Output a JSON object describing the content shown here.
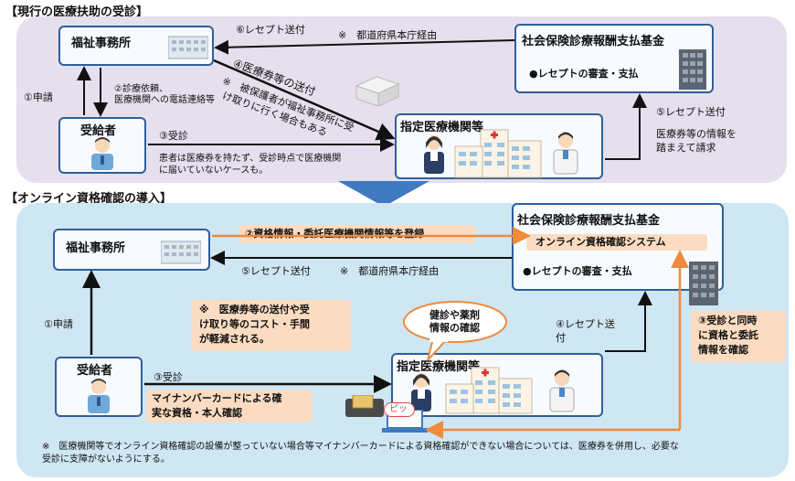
{
  "sections": {
    "current_title": "【現行の医療扶助の受診】",
    "online_title": "【オンライン資格確認の導入】"
  },
  "current": {
    "welfare_office": "福祉事務所",
    "fund": "社会保険診療報酬支払基金",
    "fund_bullet": "●レセプトの審査・支払",
    "recipient": "受給者",
    "medical_institution": "指定医療機関等",
    "edge6_label": "⑥レセプト送付",
    "edge6_note": "※　都道府県本庁経由",
    "edge1_label": "①申請",
    "edge2_label_1": "②診療依頼、",
    "edge2_label_2": "医療機関への電話連絡等",
    "edge4_label": "④医療券等の送付",
    "edge4_note_1": "※　被保護者が福祉事務所に受",
    "edge4_note_2": "け取りに行く場合もある",
    "edge3_label": "③受診",
    "edge3_note_1": "患者は医療券を持たず、受診時点で医療機関",
    "edge3_note_2": "に届いていないケースも。",
    "edge5_label": "⑤レセプト送付",
    "edge5_note_1": "医療券等の情報を",
    "edge5_note_2": "踏まえて請求"
  },
  "online": {
    "welfare_office": "福祉事務所",
    "fund": "社会保険診療報酬支払基金",
    "system": "オンライン資格確認システム",
    "fund_bullet": "●レセプトの審査・支払",
    "recipient": "受給者",
    "medical_institution": "指定医療機関等",
    "edge2_label": "②資格情報・委託医療機関情報等を登録",
    "edge5_label": "⑤レセプト送付",
    "edge5_note": "※　都道府県本庁経由",
    "edge1_label": "①申請",
    "cost_note_1": "※　医療券等の送付や受",
    "cost_note_2": "け取り等のコスト・手間",
    "cost_note_3": "が軽減される。",
    "bubble_1": "健診や薬剤",
    "bubble_2": "情報の確認",
    "edge4_label_1": "④レセプト送",
    "edge4_label_2": "付",
    "edge3b_label_1": "③受診と同時",
    "edge3b_label_2": "に資格と委託",
    "edge3b_label_3": "情報を確認",
    "edge3_label": "③受診",
    "mynumber_1": "マイナンバーカードによる確",
    "mynumber_2": "実な資格・本人確認",
    "beep": "ピッ"
  },
  "footnote_1": "※　医療機関等でオンライン資格確認の設備が整っていない場合等マイナンバーカードによる資格確認ができない場合については、医療券を併用し、必要な",
  "footnote_2": "受診に支障がないようにする。",
  "colors": {
    "box_border": "#2f5f98",
    "arrow_black": "#111111",
    "arrow_orange": "#f08a3c",
    "panel_top": "#e6dfee",
    "panel_bottom": "#cfe6f3",
    "orange_fill": "#fbdcc2"
  },
  "icons": [
    "office-building-icon",
    "tall-building-icon",
    "hospital-icon",
    "doctor-icon",
    "nurse-icon",
    "patient-icon",
    "document-box-icon",
    "card-reader-icon",
    "laptop-icon"
  ]
}
